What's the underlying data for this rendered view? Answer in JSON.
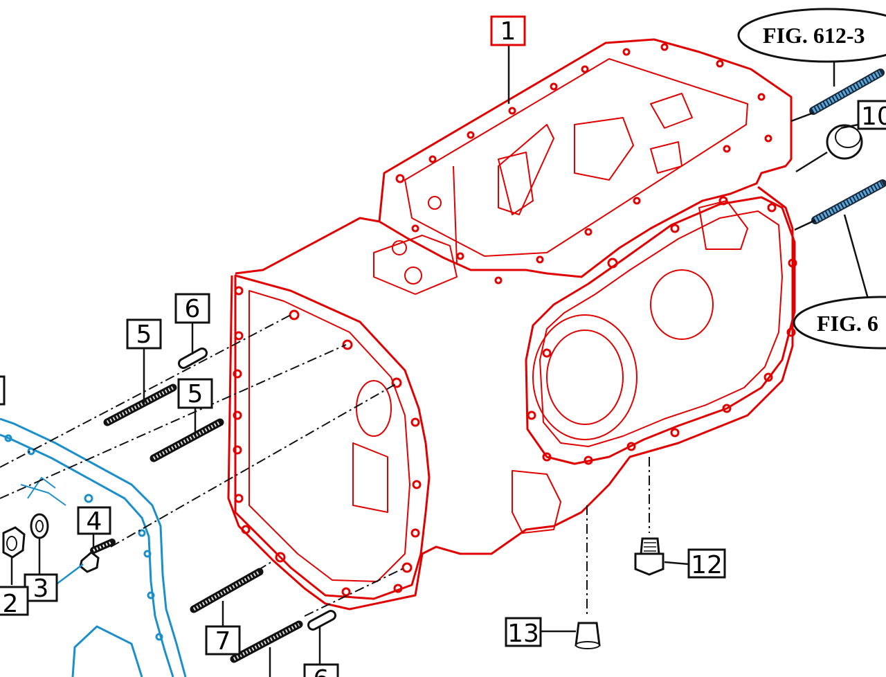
{
  "callouts": {
    "c1": "1",
    "c2": "2",
    "c3": "3",
    "c4": "4",
    "c5a": "5",
    "c5b": "5",
    "c6a": "6",
    "c6b": "6",
    "c7": "7",
    "c10": "10",
    "c12": "12",
    "c13": "13"
  },
  "fig_refs": {
    "top": "FIG. 612-3",
    "right": "FIG. 6"
  },
  "colors": {
    "housing": "#e00000",
    "cover": "#1a8fc9",
    "studs": "#3a86c8",
    "lines": "#111111"
  }
}
